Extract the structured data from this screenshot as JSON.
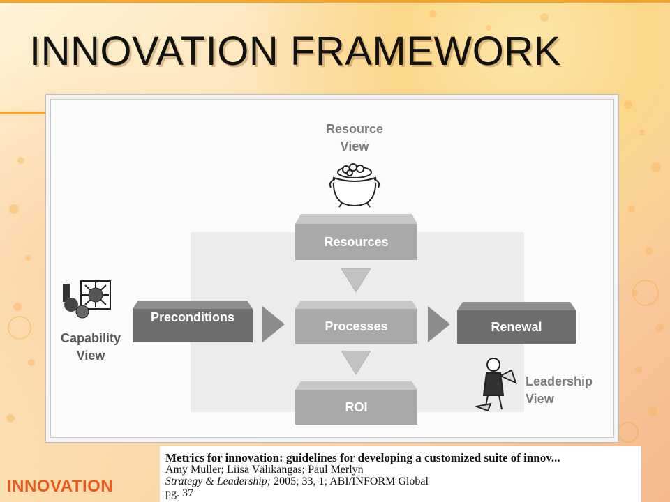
{
  "title": "INNOVATION FRAMEWORK",
  "diagram": {
    "boxes": {
      "resources": "Resources",
      "preconditions": "Preconditions",
      "processes": "Processes",
      "renewal": "Renewal",
      "roi": "ROI"
    },
    "views": {
      "resource": [
        "Resource",
        "View"
      ],
      "capability": [
        "Capability",
        "View"
      ],
      "leadership": [
        "Leadership",
        "View"
      ]
    }
  },
  "reference": {
    "title": "Metrics for innovation: guidelines for developing a customized suite of innov...",
    "authors": "Amy Muller; Liisa Välikangas; Paul Merlyn",
    "journal": "Strategy & Leadership;",
    "details": " 2005; 33, 1; ABI/INFORM Global",
    "page": "pg. 37"
  },
  "brand": "INNOVATION",
  "colors": {
    "accent_orange": "#f3a531",
    "brand_orange": "#e8591b",
    "box_dark": "#6d6d6d",
    "box_light": "#a9a9a9"
  }
}
